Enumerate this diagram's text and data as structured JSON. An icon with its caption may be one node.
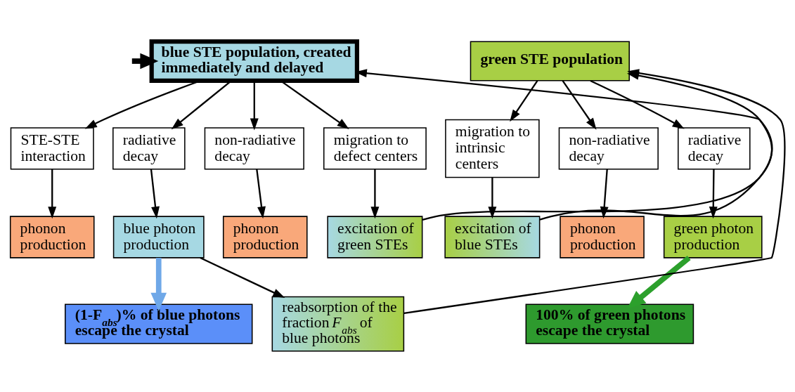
{
  "diagram": {
    "nodes": [
      {
        "text": [
          "blue STE population, created immediately and delayed"
        ]
      },
      {
        "text": [
          "green STE population"
        ]
      },
      {
        "text": [
          "STE-STE interaction"
        ]
      },
      {
        "text": [
          "radiative decay"
        ]
      },
      {
        "text": [
          "non-radiative decay"
        ]
      },
      {
        "text": [
          "migration to defect centers"
        ]
      },
      {
        "text": [
          "migration to intrinsic centers"
        ]
      },
      {
        "text": [
          "non-radiative decay"
        ]
      },
      {
        "text": [
          "radiative decay"
        ]
      },
      {
        "text": [
          "phonon production"
        ]
      },
      {
        "text": [
          "blue photon production"
        ]
      },
      {
        "text": [
          "phonon production"
        ]
      },
      {
        "text": [
          "excitation of green STEs"
        ]
      },
      {
        "text": [
          "excitation of blue STEs"
        ]
      },
      {
        "text": [
          "phonon production"
        ]
      },
      {
        "text": [
          "green photon production"
        ]
      },
      {
        "text": [
          "reabsorption of the fraction *F*$_{abs}$ of blue photons"
        ]
      },
      {
        "text": [
          "(1-F$_{abs}$)% of blue photons escape the crystal"
        ]
      },
      {
        "text": [
          "100% of green photons escape the crystal"
        ]
      }
    ],
    "edges": [
      {
        "from": null,
        "to": 0,
        "arrow": "to",
        "style": "thick"
      },
      {
        "from": 0,
        "to": 2,
        "arrow": "to"
      },
      {
        "from": 0,
        "to": 3,
        "arrow": "to"
      },
      {
        "from": 0,
        "to": 4,
        "arrow": "to"
      },
      {
        "from": 0,
        "to": 5,
        "arrow": "to"
      },
      {
        "from": 1,
        "to": 6,
        "arrow": "to"
      },
      {
        "from": 1,
        "to": 7,
        "arrow": "to"
      },
      {
        "from": 1,
        "to": 8,
        "arrow": "to"
      },
      {
        "from": 2,
        "to": 9,
        "arrow": "to"
      },
      {
        "from": 3,
        "to": 10,
        "arrow": "to"
      },
      {
        "from": 4,
        "to": 11,
        "arrow": "to"
      },
      {
        "from": 5,
        "to": 12,
        "arrow": "to"
      },
      {
        "from": 6,
        "to": 13,
        "arrow": "to"
      },
      {
        "from": 7,
        "to": 14,
        "arrow": "to"
      },
      {
        "from": 8,
        "to": 15,
        "arrow": "to"
      },
      {
        "from": 12,
        "to": 1,
        "arrow": "to"
      },
      {
        "from": 13,
        "to": 0,
        "arrow": "to"
      },
      {
        "from": 10,
        "to": 16,
        "arrow": "to"
      },
      {
        "from": 16,
        "to": 1,
        "arrow": "to"
      },
      {
        "from": 10,
        "to": 17,
        "arrow": "to",
        "style": "thick",
        "color": "#6fa8e8"
      },
      {
        "from": 15,
        "to": 18,
        "arrow": "to",
        "style": "thick",
        "color": "#2ca02c"
      }
    ]
  }
}
